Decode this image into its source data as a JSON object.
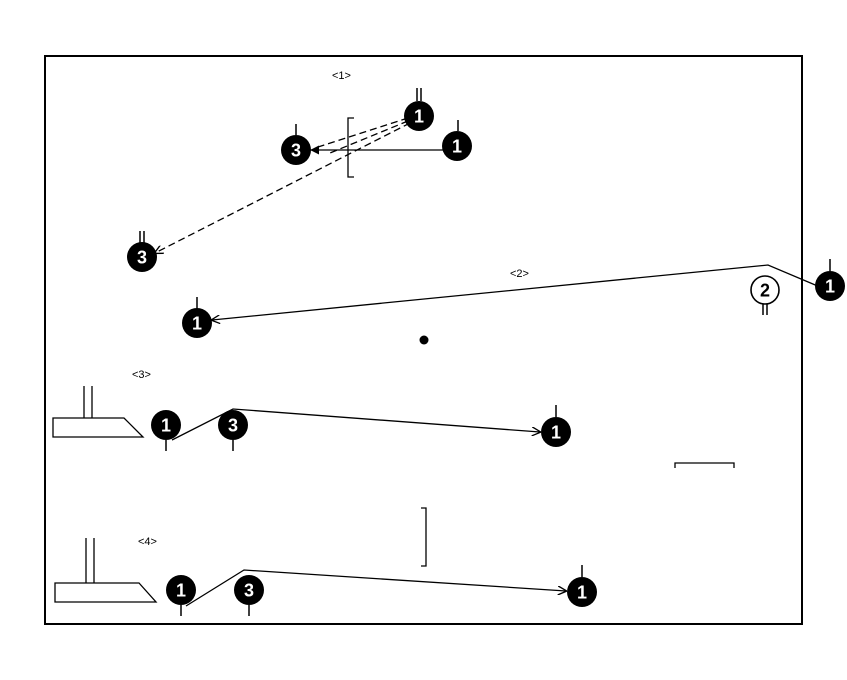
{
  "section_labels": [
    "<1>",
    "<2>",
    "<3>",
    "<4>"
  ],
  "markers": {
    "one": "1",
    "two": "2",
    "three": "3"
  }
}
